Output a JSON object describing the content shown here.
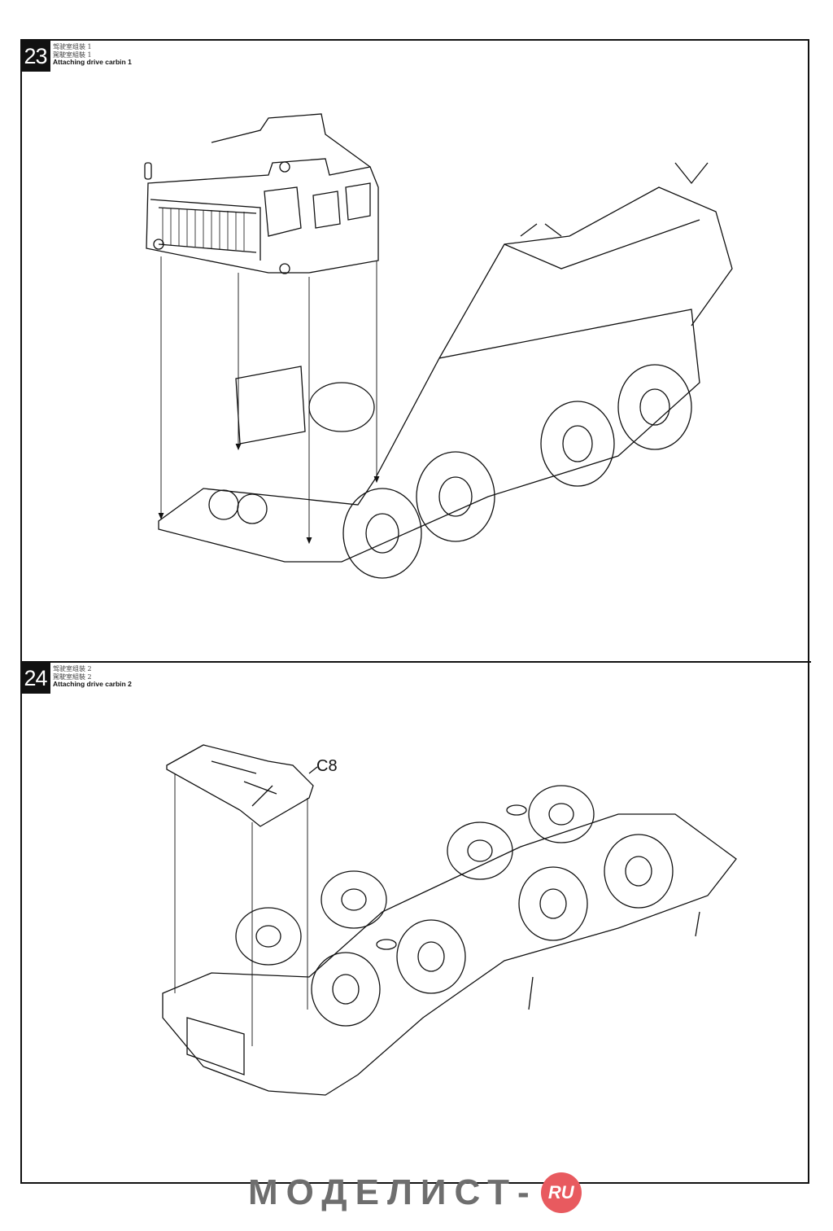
{
  "steps": [
    {
      "number": "23",
      "title_cn_simplified": "驾驶室组装 1",
      "title_cn_traditional": "駕駛室組裝 1",
      "title_en": "Attaching drive carbin 1"
    },
    {
      "number": "24",
      "title_cn_simplified": "驾驶室组装 2",
      "title_cn_traditional": "駕駛室組裝 2",
      "title_en": "Attaching drive carbin 2",
      "part_label": "C8"
    }
  ],
  "watermark": {
    "text": "МОДЕЛИСТ-",
    "badge": "RU",
    "badge_color": "#e85a5f"
  }
}
